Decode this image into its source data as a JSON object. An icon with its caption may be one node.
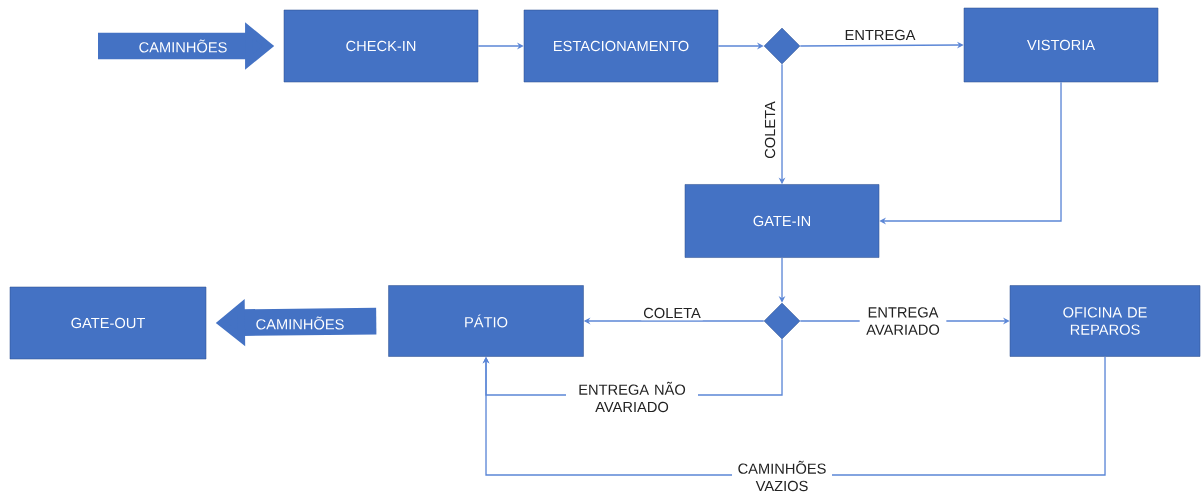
{
  "diagram": {
    "nodes": [
      {
        "text": [
          "CHECK-IN"
        ]
      },
      {
        "text": [
          "ESTACIONAMENTO"
        ]
      },
      {
        "text": [],
        "shape": "diamond"
      },
      {
        "text": [
          "VISTORIA"
        ]
      },
      {
        "text": [
          "GATE-IN"
        ]
      },
      {
        "text": [],
        "shape": "diamond"
      },
      {
        "text": [
          "PÁTIO"
        ]
      },
      {
        "text": [
          "GATE-OUT"
        ]
      },
      {
        "text": [
          "OFICINA DE REPAROS"
        ]
      }
    ],
    "edges": [
      {
        "from": null,
        "to": 0,
        "arrow": "to",
        "label": "CAMINHÕES",
        "style": "thick"
      },
      {
        "from": 0,
        "to": 1,
        "arrow": "to"
      },
      {
        "from": 1,
        "to": 2,
        "arrow": "to"
      },
      {
        "from": 2,
        "to": 3,
        "arrow": "to",
        "label": "ENTREGA"
      },
      {
        "from": 2,
        "to": 4,
        "arrow": "to",
        "label": "COLETA"
      },
      {
        "from": 3,
        "to": 4,
        "arrow": "to"
      },
      {
        "from": 4,
        "to": 5,
        "arrow": "to"
      },
      {
        "from": 5,
        "to": 6,
        "arrow": "to",
        "label": "COLETA"
      },
      {
        "from": 5,
        "to": 8,
        "arrow": "to",
        "label": "ENTREGA AVARIADO"
      },
      {
        "from": 5,
        "to": 6,
        "arrow": "to",
        "label": "ENTREGA NÃO AVARIADO"
      },
      {
        "from": 8,
        "to": 6,
        "arrow": "to",
        "label": "CAMINHÕES VAZIOS"
      },
      {
        "from": 6,
        "to": 7,
        "arrow": "to",
        "label": "CAMINHÕES",
        "style": "thick"
      }
    ]
  }
}
